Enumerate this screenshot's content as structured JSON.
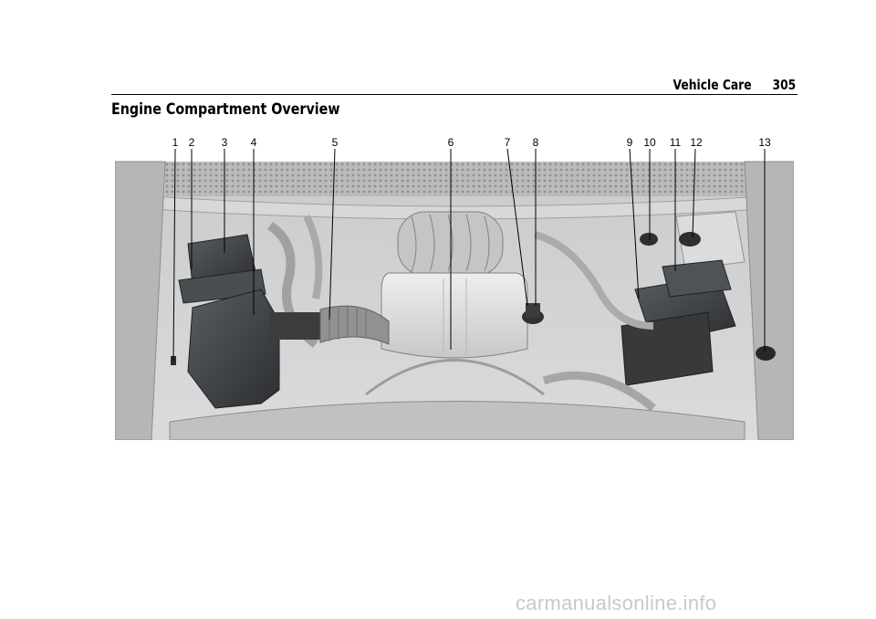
{
  "header": {
    "section": "Vehicle Care",
    "page_number": "305"
  },
  "title": "Engine Compartment Overview",
  "figure": {
    "callouts": [
      "1",
      "2",
      "3",
      "4",
      "5",
      "6",
      "7",
      "8",
      "9",
      "10",
      "11",
      "12",
      "13"
    ]
  },
  "watermark": "carmanualsonline.info"
}
